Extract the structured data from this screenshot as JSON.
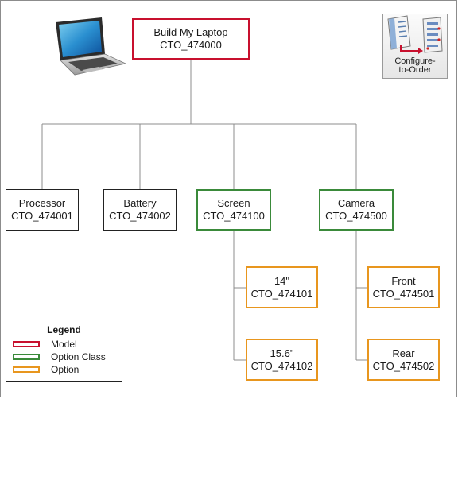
{
  "model": {
    "name": "Build My Laptop",
    "code": "CTO_474000"
  },
  "children": [
    {
      "name": "Processor",
      "code": "CTO_474001"
    },
    {
      "name": "Battery",
      "code": "CTO_474002"
    },
    {
      "name": "Screen",
      "code": "CTO_474100"
    },
    {
      "name": "Camera",
      "code": "CTO_474500"
    }
  ],
  "screen_options": [
    {
      "name": "14\"",
      "code": "CTO_474101"
    },
    {
      "name": "15.6\"",
      "code": "CTO_474102"
    }
  ],
  "camera_options": [
    {
      "name": "Front",
      "code": "CTO_474501"
    },
    {
      "name": "Rear",
      "code": "CTO_474502"
    }
  ],
  "legend": {
    "title": "Legend",
    "items": [
      {
        "label": "Model",
        "color": "#c8102e"
      },
      {
        "label": "Option Class",
        "color": "#3a8a3a"
      },
      {
        "label": "Option",
        "color": "#e8961e"
      }
    ]
  },
  "cto_icon": {
    "line1": "Configure-",
    "line2": "to-Order",
    "icon": "configure-to-order-icon"
  },
  "laptop_icon": "laptop-icon",
  "colors": {
    "model": "#c8102e",
    "option_class": "#3a8a3a",
    "option": "#e8961e",
    "connector": "#8c8c8c"
  }
}
